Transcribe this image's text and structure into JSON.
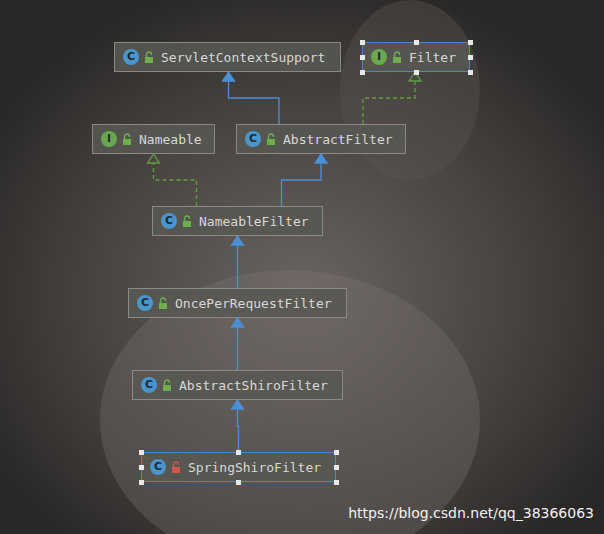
{
  "diagram": {
    "nodes": [
      {
        "text": [
          "C",
          "ServletContextSupport"
        ]
      },
      {
        "text": [
          "I",
          "Filter"
        ]
      },
      {
        "text": [
          "I",
          "Nameable"
        ]
      },
      {
        "text": [
          "C",
          "AbstractFilter"
        ]
      },
      {
        "text": [
          "C",
          "NameableFilter"
        ]
      },
      {
        "text": [
          "C",
          "OncePerRequestFilter"
        ]
      },
      {
        "text": [
          "C",
          "AbstractShiroFilter"
        ]
      },
      {
        "text": [
          "C",
          "SpringShiroFilter"
        ]
      }
    ],
    "edges": [
      {
        "from": 3,
        "to": 0,
        "arrow": "to"
      },
      {
        "from": 3,
        "to": 1,
        "arrow": "to"
      },
      {
        "from": 4,
        "to": 2,
        "arrow": "to"
      },
      {
        "from": 4,
        "to": 3,
        "arrow": "to"
      },
      {
        "from": 5,
        "to": 4,
        "arrow": "to"
      },
      {
        "from": 6,
        "to": 5,
        "arrow": "to"
      },
      {
        "from": 7,
        "to": 6,
        "arrow": "to"
      }
    ],
    "labels": [
      "https://blog.csdn.net/qq_38366063"
    ]
  }
}
